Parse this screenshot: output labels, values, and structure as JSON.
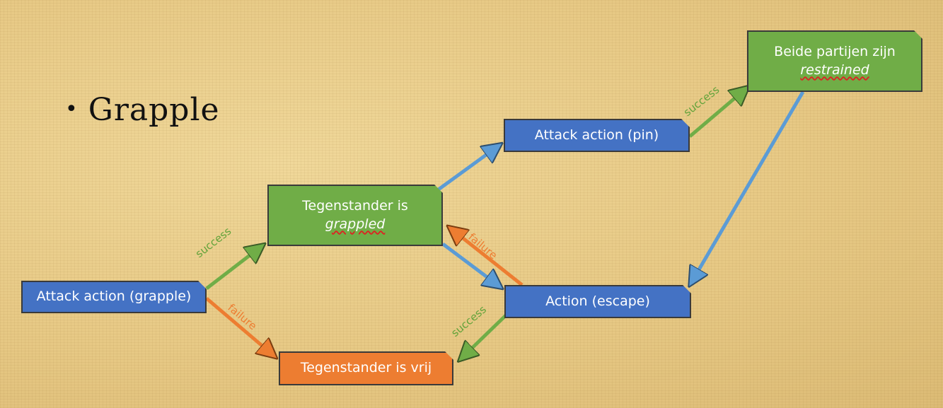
{
  "title": "Grapple",
  "nodes": {
    "attack_grapple": "Attack action (grapple)",
    "grappled_line1": "Tegenstander is",
    "grappled_line2": "grappled",
    "free": "Tegenstander is vrij",
    "attack_pin": "Attack action (pin)",
    "escape": "Action (escape)",
    "restrained_line1": "Beide partijen zijn",
    "restrained_line2": "restrained"
  },
  "edge_labels": {
    "success_1": "success",
    "failure_1": "failure",
    "failure_2": "failure",
    "success_2": "success",
    "success_3": "success"
  },
  "colors": {
    "blue": "#4472c4",
    "green": "#70ad47",
    "orange": "#ed7d31",
    "arrow_blue": "#5b9bd5"
  }
}
